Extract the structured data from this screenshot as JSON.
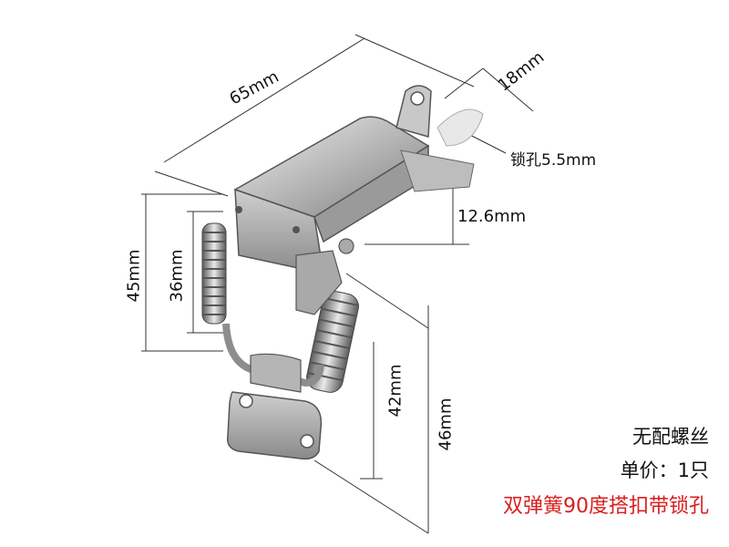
{
  "dimensions": {
    "width_top": "65mm",
    "width_side": "18mm",
    "lock_hole": "锁孔5.5mm",
    "height_step": "12.6mm",
    "height_total_left": "45mm",
    "height_spring_left": "36mm",
    "height_spring_right": "42mm",
    "height_total_right": "46mm"
  },
  "info": {
    "line1": "无配螺丝",
    "line2": "单价：1只",
    "line3": "双弹簧90度搭扣带锁孔"
  },
  "colors": {
    "metal_light": "#dcdcdc",
    "metal_mid": "#a8a8a8",
    "metal_dark": "#6e6e6e",
    "accent_red": "#d81e1e"
  }
}
